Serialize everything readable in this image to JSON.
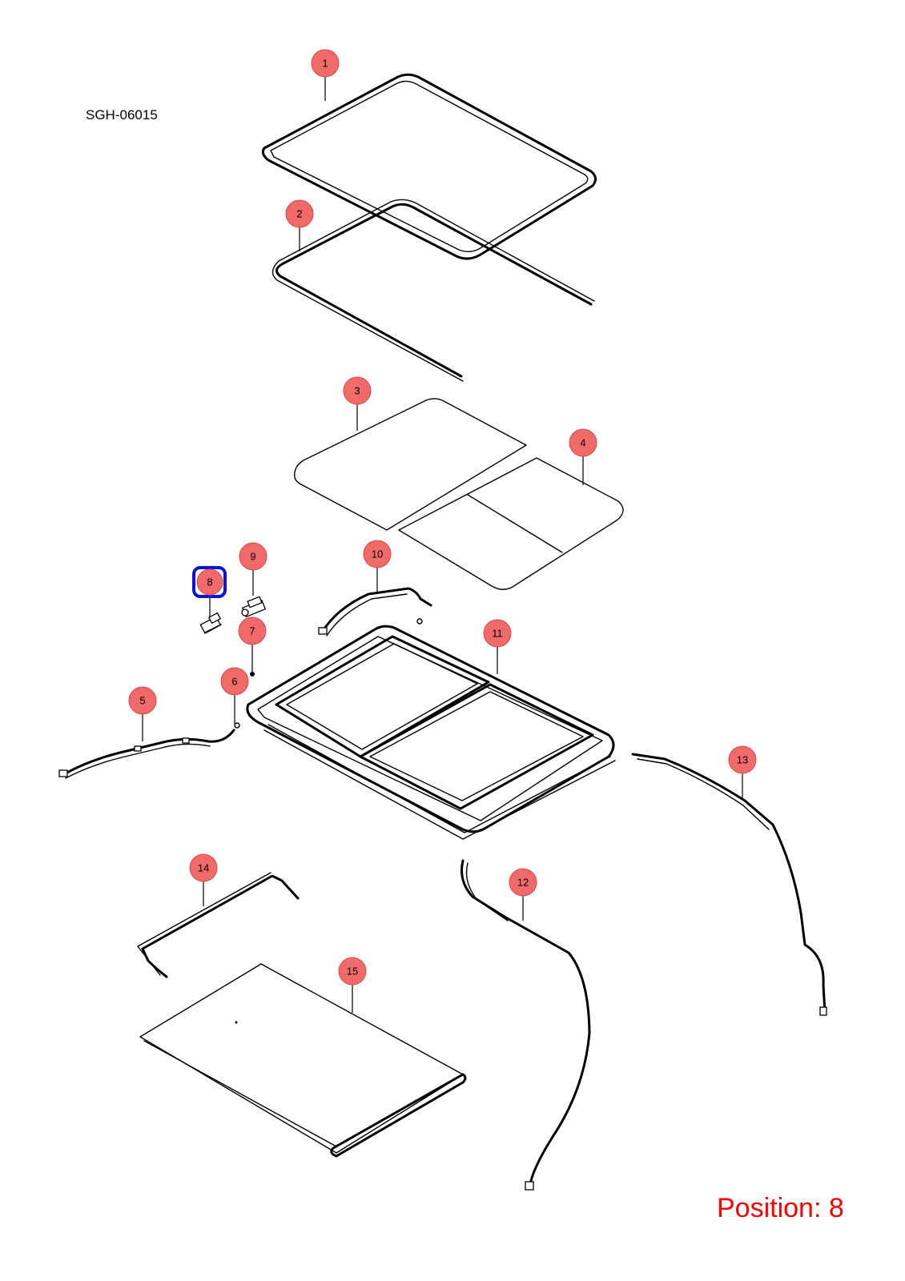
{
  "document_code": "SGH-06015",
  "position": {
    "prefix": "Position:",
    "value": "8"
  },
  "selected_callout": "8",
  "callouts": [
    {
      "id": "1"
    },
    {
      "id": "2"
    },
    {
      "id": "3"
    },
    {
      "id": "4"
    },
    {
      "id": "5"
    },
    {
      "id": "6"
    },
    {
      "id": "7"
    },
    {
      "id": "8"
    },
    {
      "id": "9"
    },
    {
      "id": "10"
    },
    {
      "id": "11"
    },
    {
      "id": "12"
    },
    {
      "id": "13"
    },
    {
      "id": "14"
    },
    {
      "id": "15"
    }
  ],
  "colors": {
    "callout_fill": "#f06a6a",
    "selection_outline": "#0a14d8",
    "position_text": "#ff0000",
    "line_art": "#000000"
  }
}
